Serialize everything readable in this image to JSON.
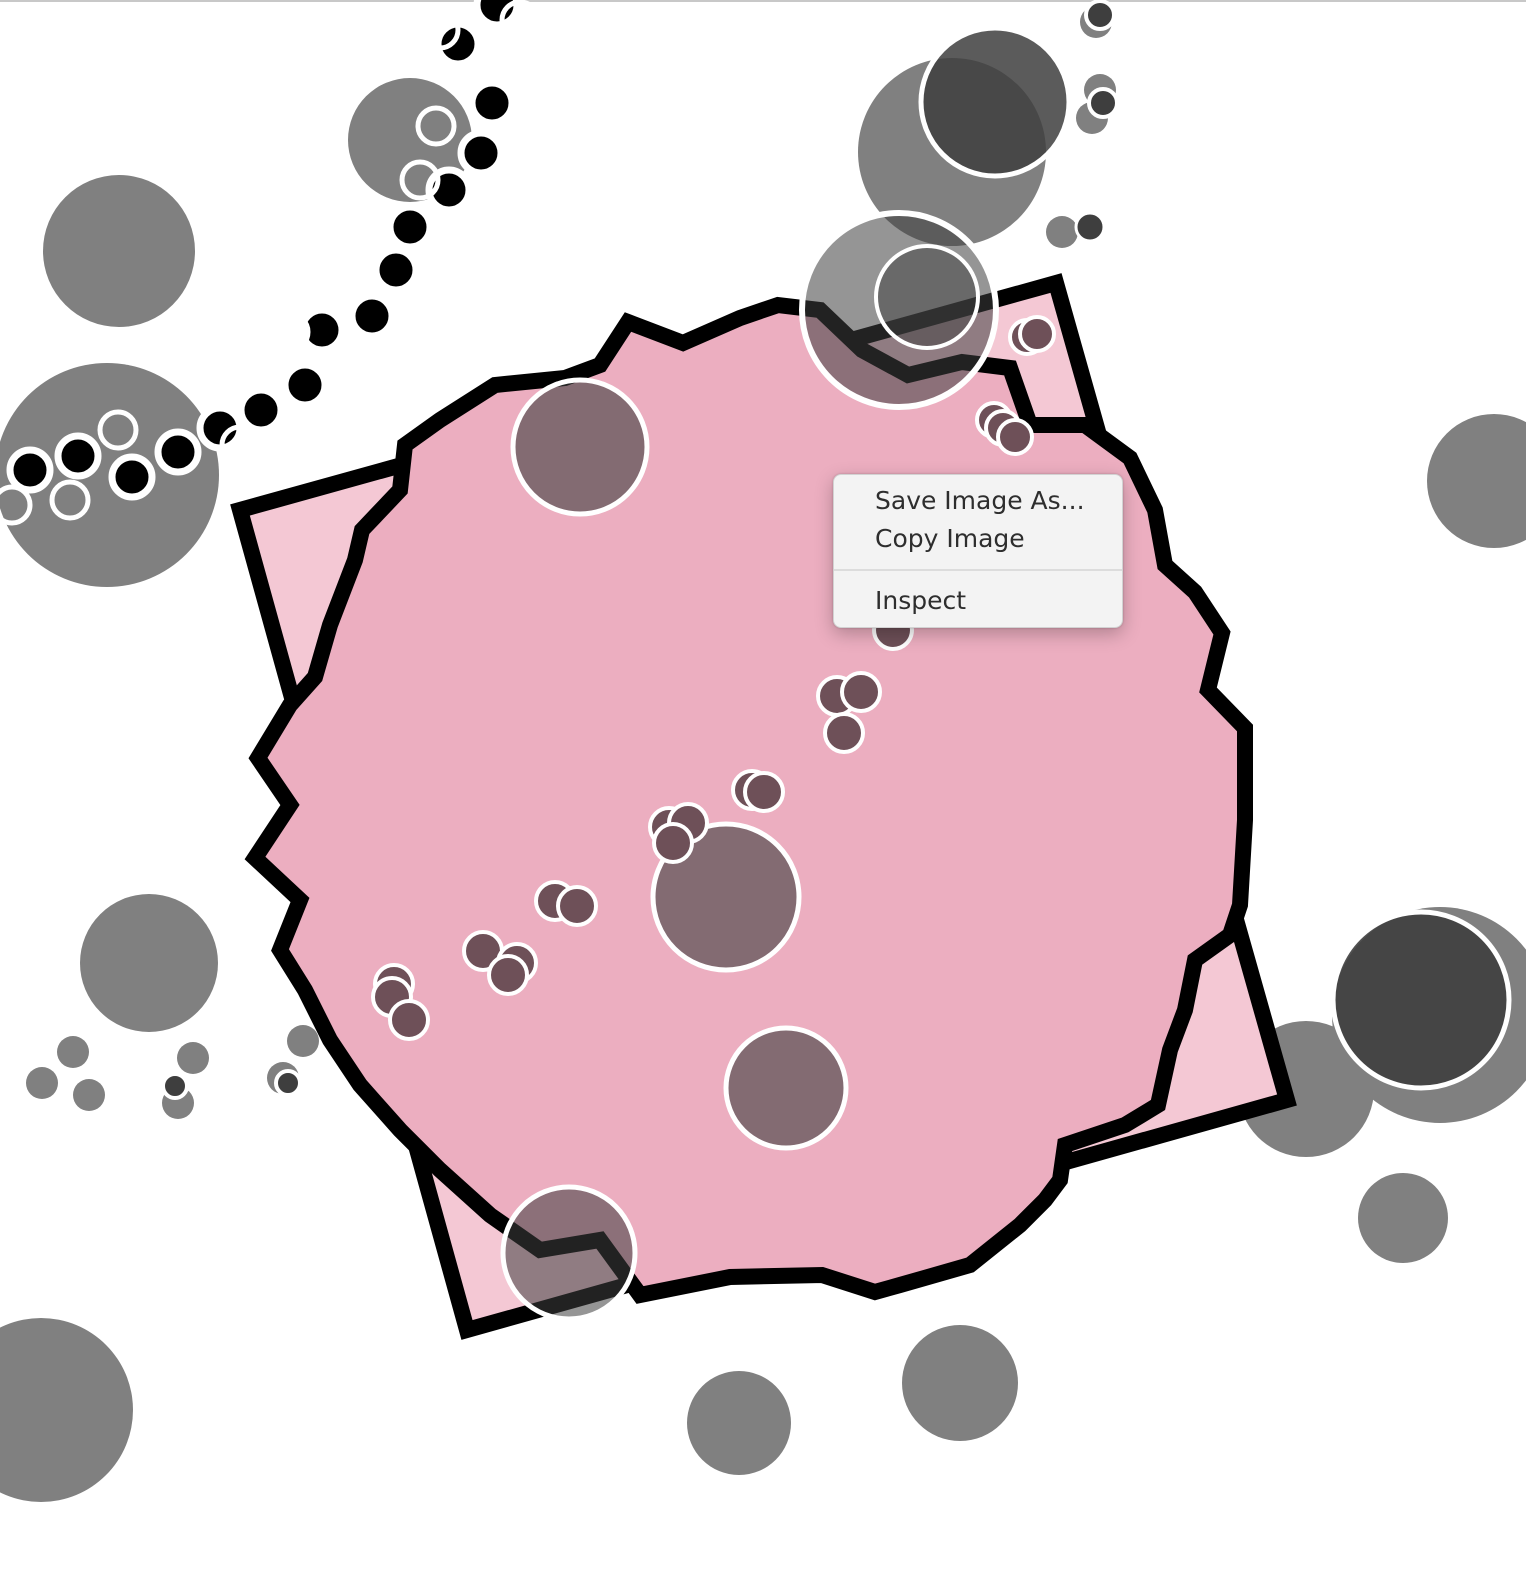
{
  "context_menu": {
    "items": [
      {
        "label": "Save Image As..."
      },
      {
        "label": "Copy Image"
      },
      {
        "label": "Inspect"
      }
    ]
  },
  "colors": {
    "background": "#ffffff",
    "pink_square_fill": "#f4c8d4",
    "pink_blob_fill": "#ecaec0",
    "gray_circle": "#808080",
    "dark_circle": "#3e3e3e",
    "outline": "#000000",
    "menu_bg": "#f3f3f3"
  }
}
